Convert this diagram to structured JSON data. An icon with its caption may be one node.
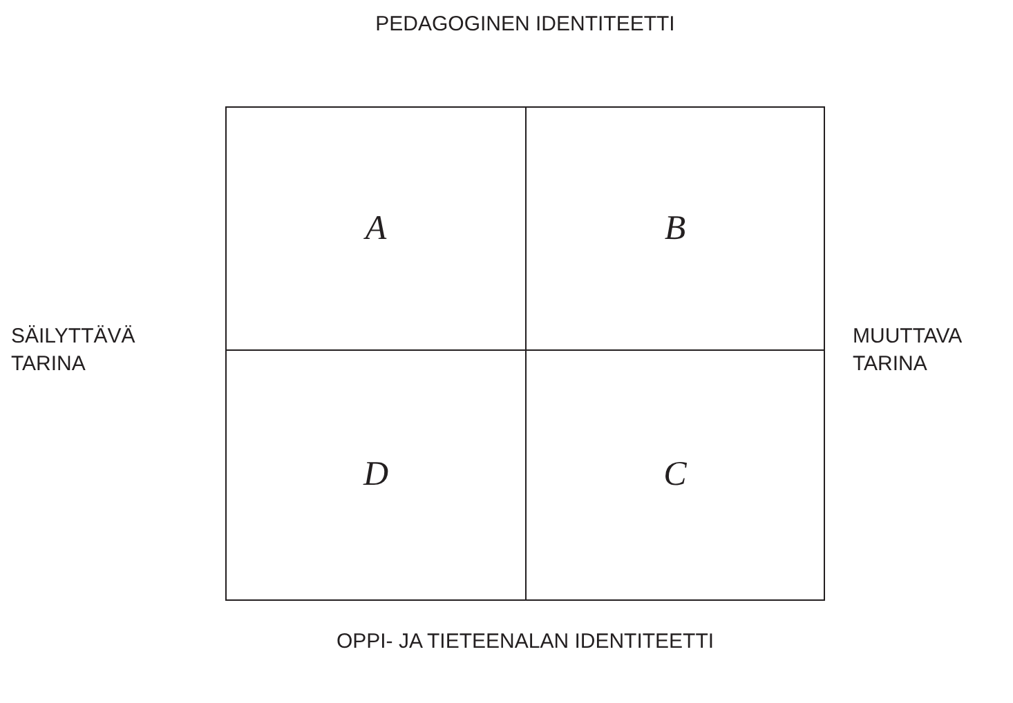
{
  "diagram": {
    "nodes": [
      {
        "text": [
          "A"
        ]
      },
      {
        "text": [
          "B"
        ]
      },
      {
        "text": [
          "D"
        ]
      },
      {
        "text": [
          "C"
        ]
      }
    ],
    "labels": [
      "PEDAGOGINEN IDENTITEETTI",
      "SÄILYTTÄVÄ TARINA",
      "MUUTTAVA TARINA",
      "OPPI- JA TIETEENALAN IDENTITEETTI"
    ]
  }
}
